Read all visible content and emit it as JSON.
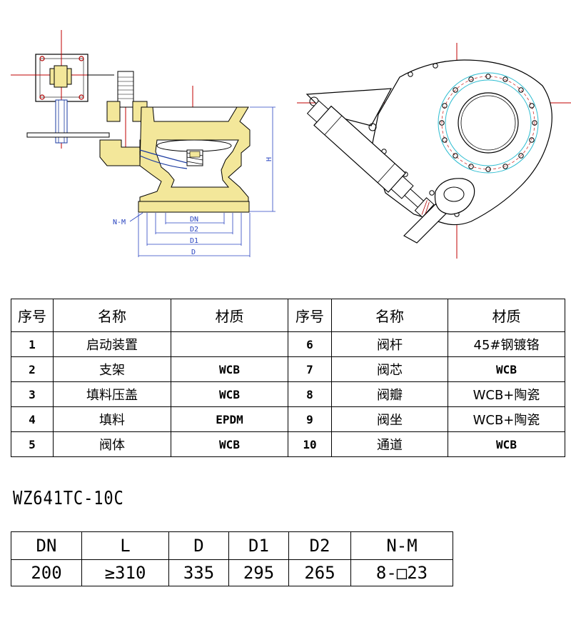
{
  "drawing": {
    "labels": {
      "nm": "N-M",
      "dn": "DN",
      "d2": "D2",
      "d1": "D1",
      "d": "D",
      "h": "H"
    }
  },
  "parts_table": {
    "headers": [
      "序号",
      "名称",
      "材质",
      "序号",
      "名称",
      "材质"
    ],
    "rows": [
      [
        "1",
        "启动装置",
        "",
        "6",
        "阀杆",
        "45#钢镀铬"
      ],
      [
        "2",
        "支架",
        "WCB",
        "7",
        "阀芯",
        "WCB"
      ],
      [
        "3",
        "填料压盖",
        "WCB",
        "8",
        "阀瓣",
        "WCB+陶瓷"
      ],
      [
        "4",
        "填料",
        "EPDM",
        "9",
        "阀坐",
        "WCB+陶瓷"
      ],
      [
        "5",
        "阀体",
        "WCB",
        "10",
        "通道",
        "WCB"
      ]
    ]
  },
  "model": "WZ641TC-10C",
  "dim_table": {
    "headers": [
      "DN",
      "L",
      "D",
      "D1",
      "D2",
      "N-M"
    ],
    "values": [
      "200",
      "≥310",
      "335",
      "295",
      "265",
      "8-□23"
    ]
  }
}
